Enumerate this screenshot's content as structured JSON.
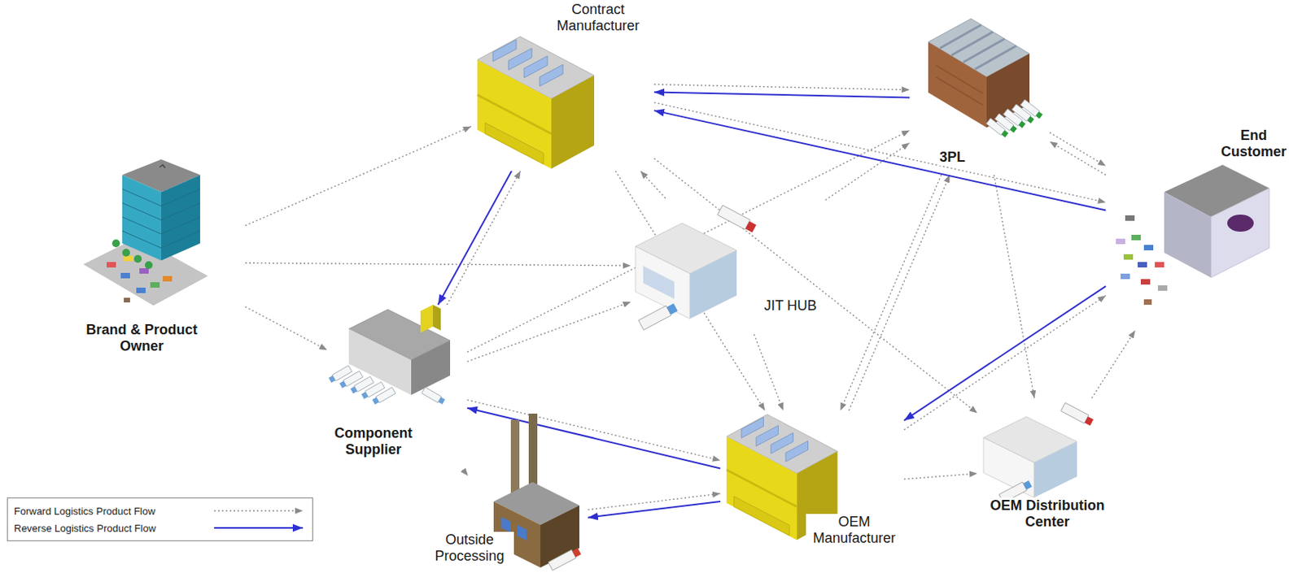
{
  "diagram": {
    "nodes": [
      {
        "text": [
          "Contract Manufacturer"
        ]
      },
      {
        "text": [
          "3PL"
        ]
      },
      {
        "text": [
          "End Customer"
        ]
      },
      {
        "text": [
          "Brand & Product Owner"
        ]
      },
      {
        "text": [
          "JIT HUB"
        ]
      },
      {
        "text": [
          "Component Supplier"
        ]
      },
      {
        "text": [
          "Outside Processing"
        ]
      },
      {
        "text": [
          "OEM Manufacturer"
        ]
      },
      {
        "text": [
          "OEM Distribution Center"
        ]
      }
    ],
    "edges": [
      {
        "from": 3,
        "to": 0,
        "arrow": "to"
      },
      {
        "from": 3,
        "to": 5,
        "arrow": "to"
      },
      {
        "from": 3,
        "to": 4,
        "arrow": "to"
      },
      {
        "from": 5,
        "to": 0,
        "arrow": "to"
      },
      {
        "from": 5,
        "to": 1,
        "arrow": "to"
      },
      {
        "from": 5,
        "to": 4,
        "arrow": "to"
      },
      {
        "from": 5,
        "to": 7,
        "arrow": "to"
      },
      {
        "from": 5,
        "to": 6,
        "arrow": "to"
      },
      {
        "from": 0,
        "to": 1,
        "arrow": "to"
      },
      {
        "from": 0,
        "to": 2,
        "arrow": "to"
      },
      {
        "from": 0,
        "to": 7,
        "arrow": "to"
      },
      {
        "from": 0,
        "to": 8,
        "arrow": "to"
      },
      {
        "from": 4,
        "to": 0,
        "arrow": "to"
      },
      {
        "from": 4,
        "to": 1,
        "arrow": "to"
      },
      {
        "from": 4,
        "to": 7,
        "arrow": "to"
      },
      {
        "from": 6,
        "to": 7,
        "arrow": "to"
      },
      {
        "from": 7,
        "to": 1,
        "arrow": "to"
      },
      {
        "from": 1,
        "to": 7,
        "arrow": "to"
      },
      {
        "from": 7,
        "to": 2,
        "arrow": "to"
      },
      {
        "from": 7,
        "to": 8,
        "arrow": "to"
      },
      {
        "from": 1,
        "to": 2,
        "arrow": "to"
      },
      {
        "from": 2,
        "to": 1,
        "arrow": "to"
      },
      {
        "from": 1,
        "to": 8,
        "arrow": "to"
      },
      {
        "from": 8,
        "to": 2,
        "arrow": "to"
      },
      {
        "from": 1,
        "to": 0,
        "arrow": "to"
      },
      {
        "from": 0,
        "to": 5,
        "arrow": "to"
      },
      {
        "from": 2,
        "to": 0,
        "arrow": "to"
      },
      {
        "from": 2,
        "to": 7,
        "arrow": "to"
      },
      {
        "from": 7,
        "to": 5,
        "arrow": "to"
      },
      {
        "from": 7,
        "to": 6,
        "arrow": "to"
      }
    ],
    "legend": [
      {
        "text": "Forward Logistics Product Flow"
      },
      {
        "text": "Reverse Logistics Product Flow"
      }
    ]
  }
}
